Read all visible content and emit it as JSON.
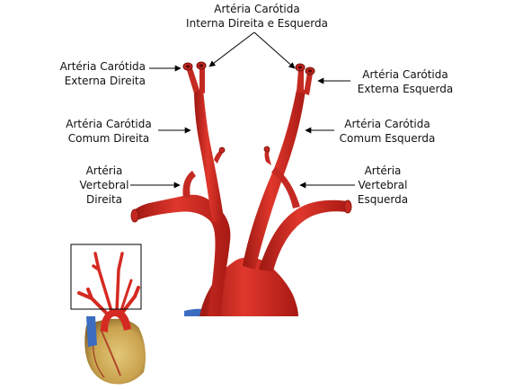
{
  "labels": {
    "internal_carotid": {
      "line1": "Artéria Carótida",
      "line2": "Interna Direita e Esquerda"
    },
    "external_right": {
      "line1": "Artéria Carótida",
      "line2": "Externa Direita"
    },
    "external_left": {
      "line1": "Artéria Carótida",
      "line2": "Externa Esquerda"
    },
    "common_right": {
      "line1": "Artéria Carótida",
      "line2": "Comum  Direita"
    },
    "common_left": {
      "line1": "Artéria Carótida",
      "line2": "Comum Esquerda"
    },
    "vertebral_right": {
      "line1": "Artéria",
      "line2": "Vertebral",
      "line3": "Direita"
    },
    "vertebral_left": {
      "line1": "Artéria",
      "line2": "Vertebral",
      "line3": "Esquerda"
    }
  },
  "colors": {
    "artery": "#d42a22",
    "artery_dark": "#8e1612",
    "artery_light": "#f06a5a",
    "vein_blue": "#3c6cc0",
    "heart_tan": "#cdb86a",
    "leader_line": "#000000"
  }
}
